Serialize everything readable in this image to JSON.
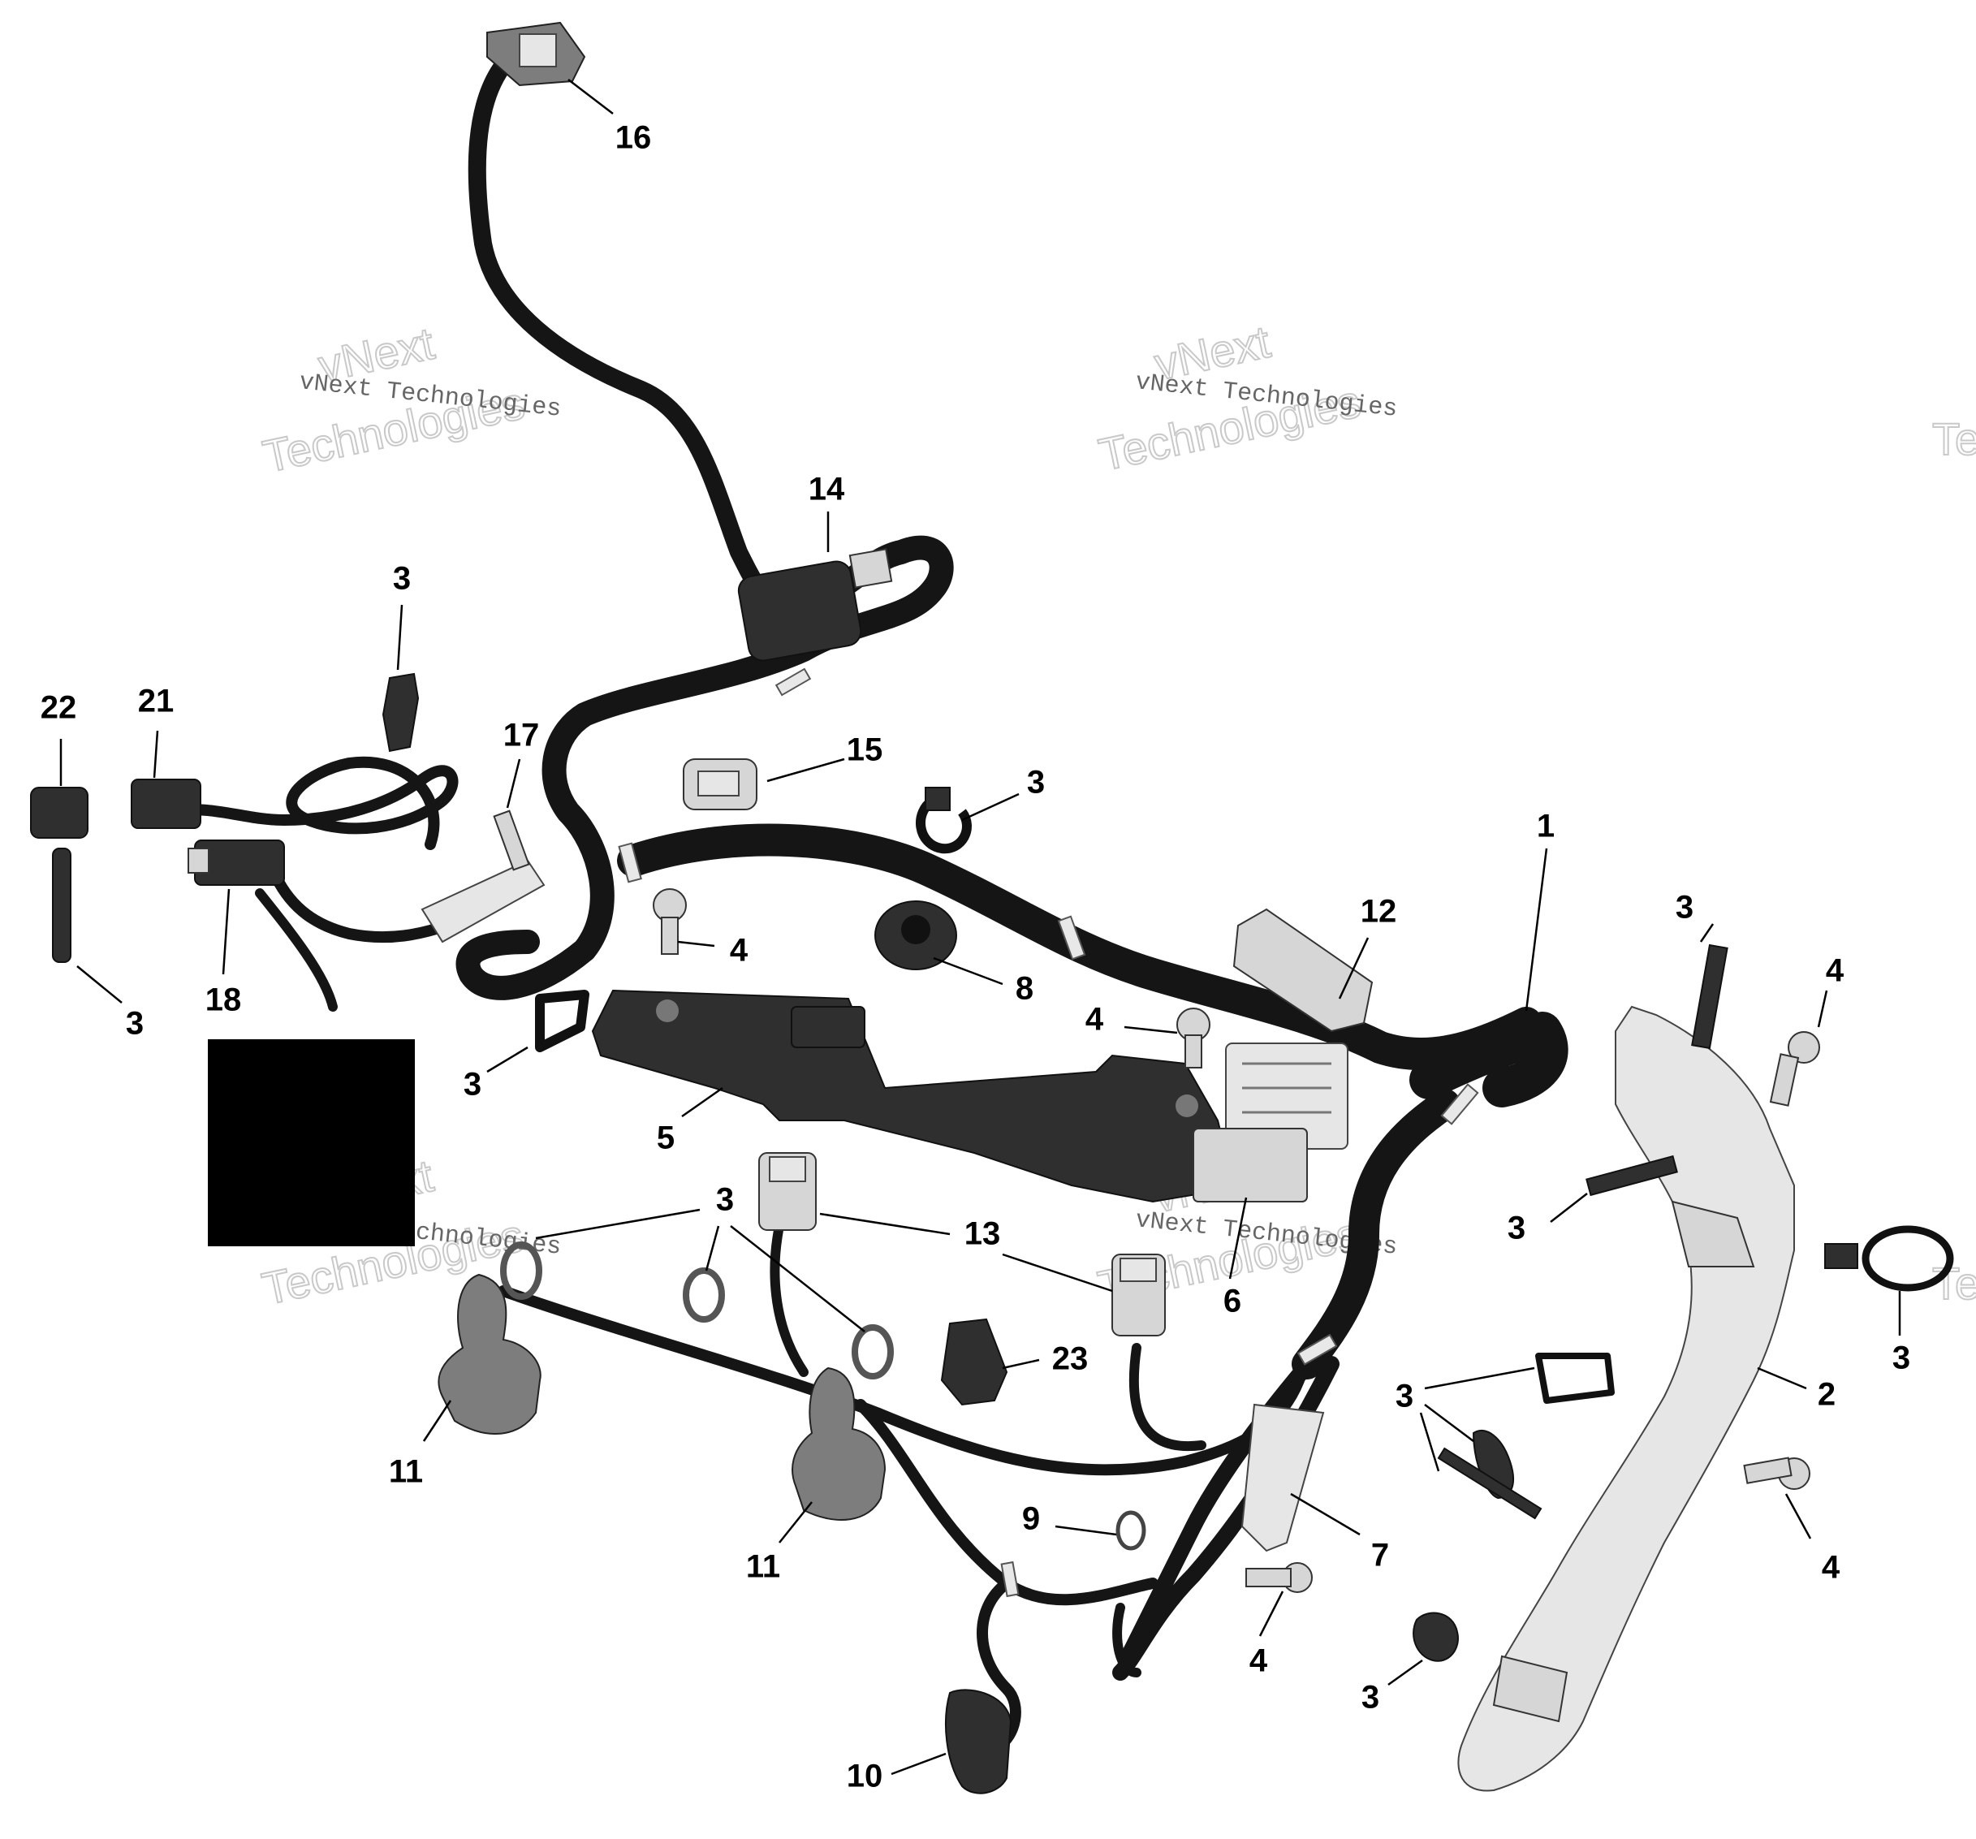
{
  "watermark": {
    "line_small": "vNext Technologies",
    "line_big_top": "vNext",
    "line_big_bottom": "Technologies"
  },
  "callouts": [
    {
      "id": "c16",
      "label": "16"
    },
    {
      "id": "c14",
      "label": "14"
    },
    {
      "id": "c3-top",
      "label": "3"
    },
    {
      "id": "c22",
      "label": "22"
    },
    {
      "id": "c21",
      "label": "21"
    },
    {
      "id": "c17",
      "label": "17"
    },
    {
      "id": "c15",
      "label": "15"
    },
    {
      "id": "c3-clip",
      "label": "3"
    },
    {
      "id": "c1",
      "label": "1"
    },
    {
      "id": "c12",
      "label": "12"
    },
    {
      "id": "c3-right",
      "label": "3"
    },
    {
      "id": "c4-right-top",
      "label": "4"
    },
    {
      "id": "c4-mid",
      "label": "4"
    },
    {
      "id": "c8",
      "label": "8"
    },
    {
      "id": "c4-center",
      "label": "4"
    },
    {
      "id": "c3-left-bottom",
      "label": "3"
    },
    {
      "id": "c18",
      "label": "18"
    },
    {
      "id": "c3-bracket",
      "label": "3"
    },
    {
      "id": "c5",
      "label": "5"
    },
    {
      "id": "c3-ties",
      "label": "3"
    },
    {
      "id": "c13",
      "label": "13"
    },
    {
      "id": "c6",
      "label": "6"
    },
    {
      "id": "c3-bolt",
      "label": "3"
    },
    {
      "id": "c3-strap",
      "label": "3"
    },
    {
      "id": "c23",
      "label": "23"
    },
    {
      "id": "c2",
      "label": "2"
    },
    {
      "id": "c3-cluster",
      "label": "3"
    },
    {
      "id": "c11-left",
      "label": "11"
    },
    {
      "id": "c11-right",
      "label": "11"
    },
    {
      "id": "c9",
      "label": "9"
    },
    {
      "id": "c7",
      "label": "7"
    },
    {
      "id": "c4-bottom-right",
      "label": "4"
    },
    {
      "id": "c4-bottom",
      "label": "4"
    },
    {
      "id": "c3-bottom",
      "label": "3"
    },
    {
      "id": "c10",
      "label": "10"
    }
  ]
}
